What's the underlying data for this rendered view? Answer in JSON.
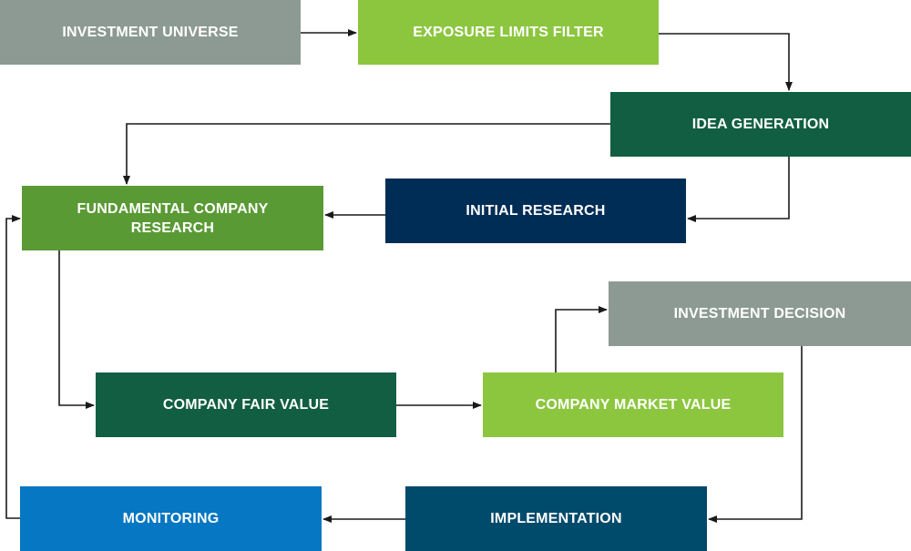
{
  "diagram": {
    "nodes": {
      "investment_universe": {
        "label": "INVESTMENT UNIVERSE",
        "color": "#8c9a93"
      },
      "exposure_limits_filter": {
        "label": "EXPOSURE LIMITS FILTER",
        "color": "#8cc63f"
      },
      "idea_generation": {
        "label": "IDEA GENERATION",
        "color": "#115e42"
      },
      "fundamental_company_research": {
        "label": "FUNDAMENTAL COMPANY\nRESEARCH",
        "color": "#5a9a35"
      },
      "initial_research": {
        "label": "INITIAL RESEARCH",
        "color": "#002d55"
      },
      "investment_decision": {
        "label": "INVESTMENT DECISION",
        "color": "#8c9a93"
      },
      "company_fair_value": {
        "label": "COMPANY FAIR VALUE",
        "color": "#115e42"
      },
      "company_market_value": {
        "label": "COMPANY MARKET VALUE",
        "color": "#8cc63f"
      },
      "monitoring": {
        "label": "MONITORING",
        "color": "#0677c2"
      },
      "implementation": {
        "label": "IMPLEMENTATION",
        "color": "#004a6b"
      }
    },
    "edges": [
      {
        "from": "investment_universe",
        "to": "exposure_limits_filter"
      },
      {
        "from": "exposure_limits_filter",
        "to": "idea_generation"
      },
      {
        "from": "idea_generation",
        "to": "fundamental_company_research"
      },
      {
        "from": "idea_generation",
        "to": "initial_research"
      },
      {
        "from": "initial_research",
        "to": "fundamental_company_research"
      },
      {
        "from": "fundamental_company_research",
        "to": "company_fair_value"
      },
      {
        "from": "company_fair_value",
        "to": "company_market_value"
      },
      {
        "from": "company_market_value",
        "to": "investment_decision"
      },
      {
        "from": "investment_decision",
        "to": "implementation"
      },
      {
        "from": "implementation",
        "to": "monitoring"
      },
      {
        "from": "monitoring",
        "to": "fundamental_company_research"
      }
    ],
    "connector_color": "#1a1a1a"
  }
}
